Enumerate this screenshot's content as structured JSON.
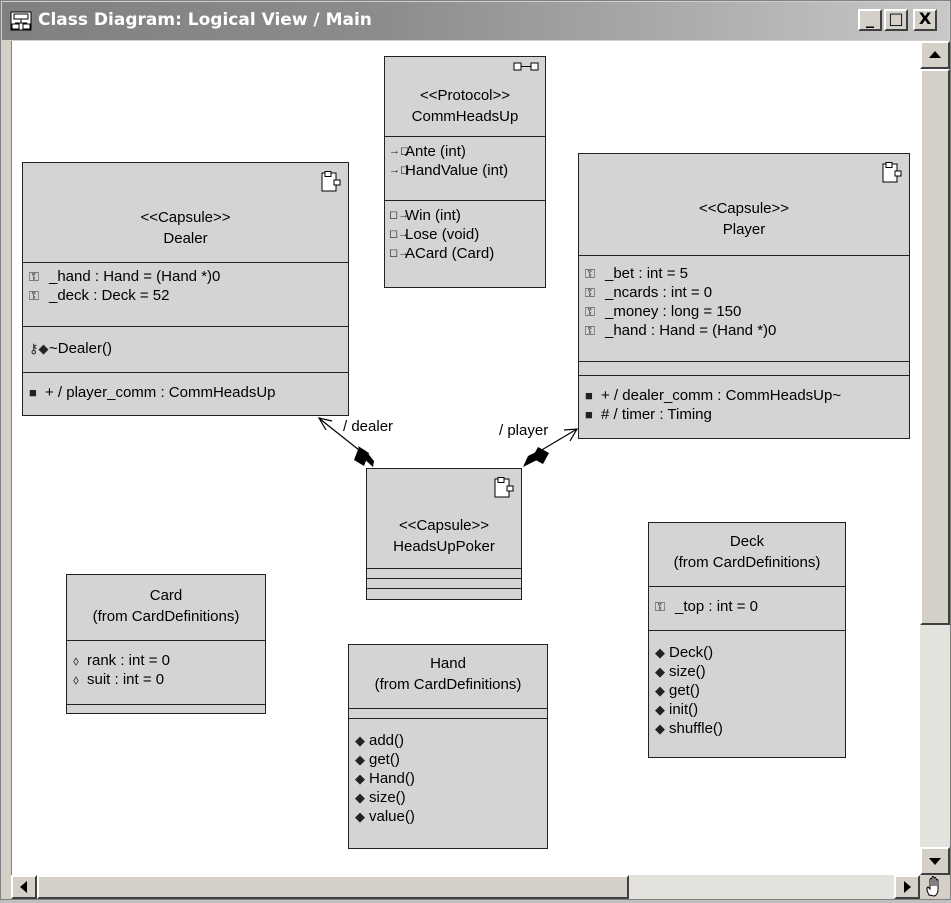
{
  "window": {
    "title": "Class Diagram: Logical View / Main"
  },
  "controls": {
    "minimize": "_",
    "maximize": "□",
    "close": "X"
  },
  "classes": {
    "protocol": {
      "stereotype": "<<Protocol>>",
      "name": "CommHeadsUp",
      "in_signals": [
        "Ante (int)",
        "HandValue (int)"
      ],
      "out_signals": [
        "Win (int)",
        "Lose (void)",
        "ACard (Card)"
      ]
    },
    "dealer": {
      "stereotype": "<<Capsule>>",
      "name": "Dealer",
      "attributes": [
        "_hand : Hand = (Hand *)0",
        "_deck : Deck = 52"
      ],
      "operations": [
        "~Dealer()"
      ],
      "ports": [
        "+ / player_comm : CommHeadsUp"
      ]
    },
    "player": {
      "stereotype": "<<Capsule>>",
      "name": "Player",
      "attributes": [
        "_bet : int = 5",
        "_ncards : int = 0",
        "_money : long = 150",
        "_hand : Hand = (Hand *)0"
      ],
      "ports": [
        "+ / dealer_comm : CommHeadsUp~",
        "# / timer : Timing"
      ]
    },
    "headsup": {
      "stereotype": "<<Capsule>>",
      "name": "HeadsUpPoker"
    },
    "card": {
      "name": "Card",
      "from": "(from CardDefinitions)",
      "attributes": [
        "rank : int = 0",
        "suit : int = 0"
      ]
    },
    "hand": {
      "name": "Hand",
      "from": "(from CardDefinitions)",
      "operations": [
        "add()",
        "get()",
        "Hand()",
        "size()",
        "value()"
      ]
    },
    "deck": {
      "name": "Deck",
      "from": "(from CardDefinitions)",
      "attributes": [
        "_top : int = 0"
      ],
      "operations": [
        "Deck()",
        "size()",
        "get()",
        "init()",
        "shuffle()"
      ]
    }
  },
  "roles": {
    "dealer": "/ dealer",
    "player": "/ player"
  },
  "icons": {
    "capsule": "capsule-icon",
    "protocol": "protocol-icon",
    "private_attr": "private-attribute-icon",
    "public_attr": "public-attribute-icon",
    "operation": "operation-icon",
    "in_signal": "in-signal-icon",
    "out_signal": "out-signal-icon",
    "port": "port-icon",
    "destructor": "destructor-icon"
  }
}
